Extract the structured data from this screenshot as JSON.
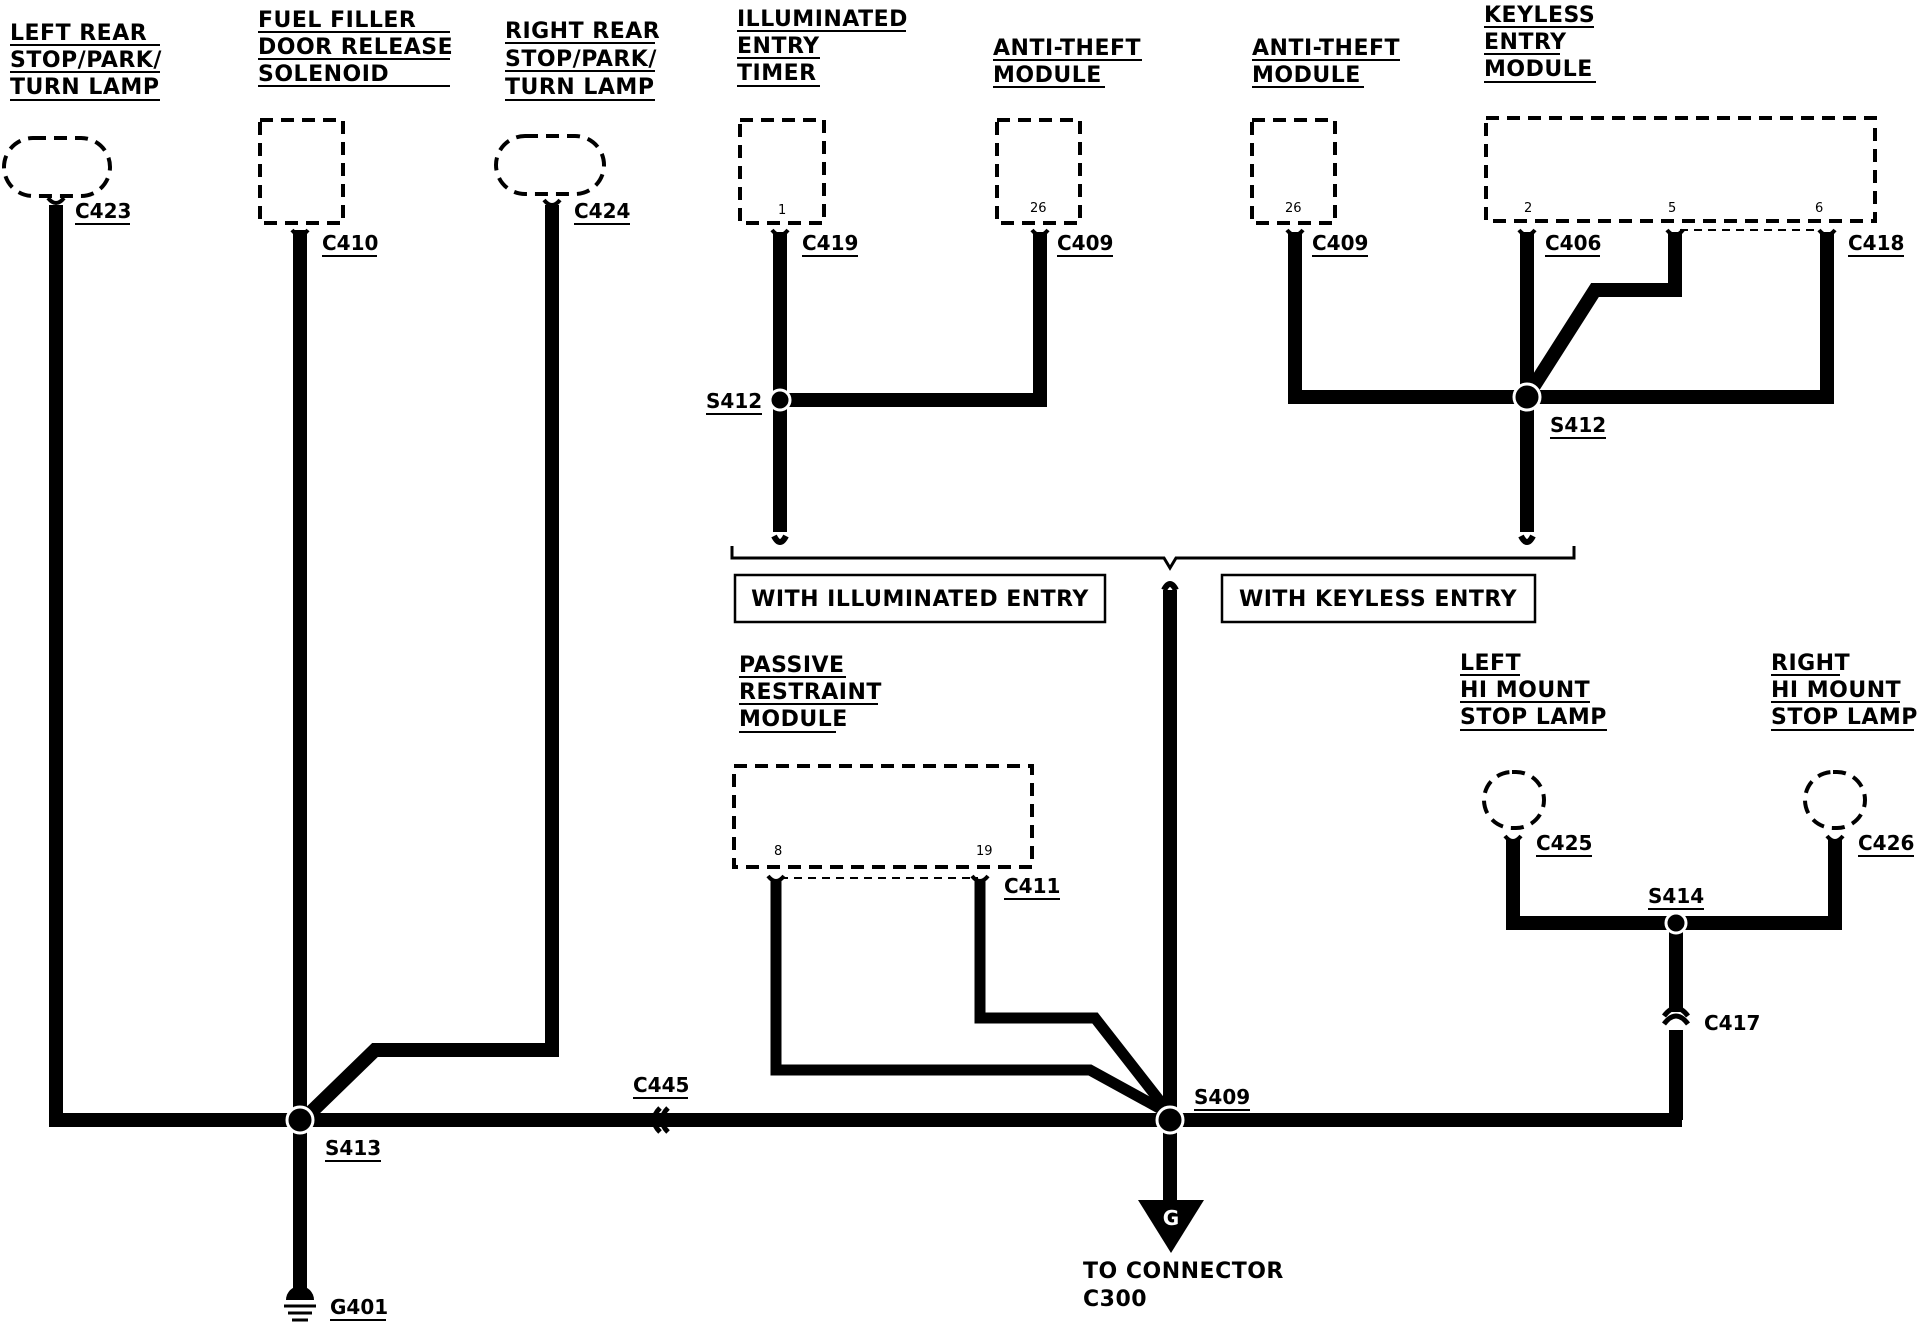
{
  "components": {
    "left_rear_lamp": [
      "LEFT REAR",
      "STOP/PARK/",
      "TURN LAMP"
    ],
    "fuel_filler": [
      "FUEL FILLER",
      "DOOR RELEASE",
      "SOLENOID"
    ],
    "right_rear_lamp": [
      "RIGHT REAR",
      "STOP/PARK/",
      "TURN LAMP"
    ],
    "illuminated_timer": [
      "ILLUMINATED",
      "ENTRY",
      "TIMER"
    ],
    "anti_theft_1": [
      "ANTI-THEFT",
      "MODULE"
    ],
    "anti_theft_2": [
      "ANTI-THEFT",
      "MODULE"
    ],
    "keyless_entry": [
      "KEYLESS",
      "ENTRY",
      "MODULE"
    ],
    "passive_restraint": [
      "PASSIVE",
      "RESTRAINT",
      "MODULE"
    ],
    "left_hi_mount": [
      "LEFT",
      "HI MOUNT",
      "STOP LAMP"
    ],
    "right_hi_mount": [
      "RIGHT",
      "HI MOUNT",
      "STOP LAMP"
    ]
  },
  "connectors": {
    "c423": "C423",
    "c410": "C410",
    "c424": "C424",
    "c419": "C419",
    "c409_a": "C409",
    "c409_b": "C409",
    "c406": "C406",
    "c418": "C418",
    "c411": "C411",
    "c425": "C425",
    "c426": "C426",
    "c417": "C417",
    "c445": "C445"
  },
  "splices": {
    "s412_a": "S412",
    "s412_b": "S412",
    "s413": "S413",
    "s409": "S409",
    "s414": "S414"
  },
  "pins": {
    "timer": "1",
    "anti_theft_1": "26",
    "anti_theft_2": "26",
    "keyless_a": "2",
    "keyless_b": "5",
    "keyless_c": "6",
    "passive_a": "8",
    "passive_b": "19"
  },
  "option_boxes": {
    "illuminated": "WITH ILLUMINATED ENTRY",
    "keyless": "WITH KEYLESS ENTRY"
  },
  "ground": {
    "label": "G401"
  },
  "to_connector": {
    "symbol": "G",
    "line1": "TO CONNECTOR",
    "line2": "C300"
  }
}
